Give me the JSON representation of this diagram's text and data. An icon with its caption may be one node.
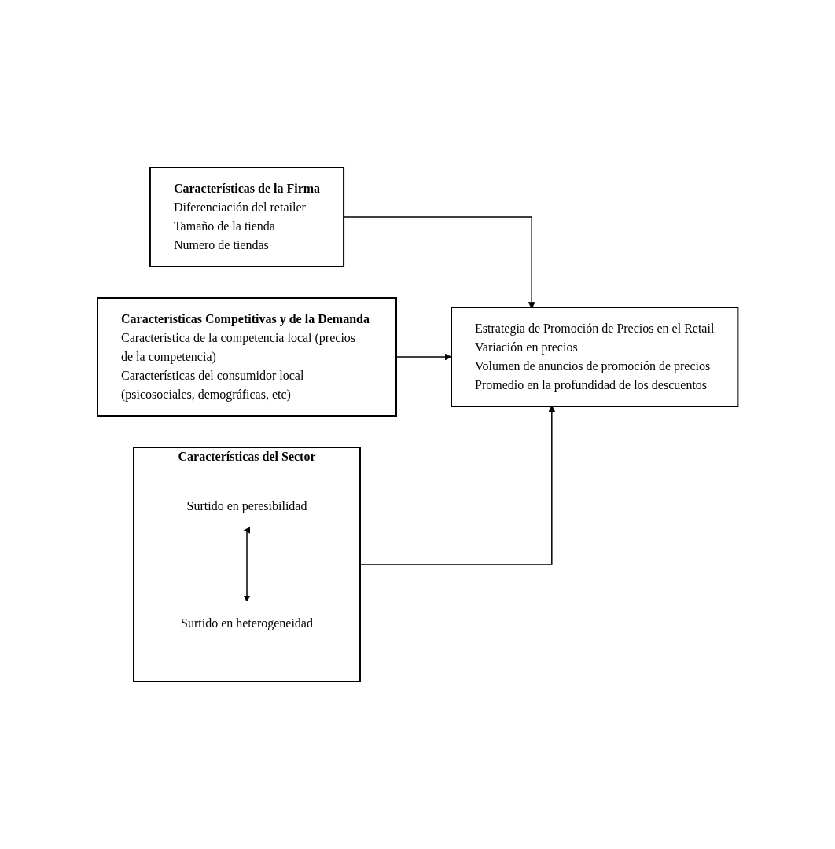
{
  "diagram": {
    "nodes": [
      {
        "text": [
          "Características del Sector"
        ]
      },
      {
        "text": [
          "Surtido en peresibilidad"
        ],
        "in": 0
      },
      {
        "text": [
          "Surtido en heterogeneidad"
        ],
        "in": 0
      },
      {
        "text": [
          "Características de la Firma",
          "Diferenciación del retailer",
          "Tamaño de la tienda",
          "Numero de tiendas"
        ]
      },
      {
        "text": [
          "Características Competitivas y de la Demanda",
          "Característica de la competencia local (precios de la competencia)",
          "Características del consumidor local (psicosociales, demográficas, etc)"
        ]
      },
      {
        "text": [
          "Estrategia de Promoción de Precios en el Retail",
          "Variación en precios",
          "Volumen de anuncios de promoción de precios",
          "Promedio en la profundidad de los descuentos"
        ]
      }
    ],
    "edges": [
      {
        "from": 1,
        "to": 2,
        "arrow": "both"
      },
      {
        "from": 0,
        "to": 5,
        "arrow": "to"
      },
      {
        "from": 3,
        "to": 5,
        "arrow": "to"
      },
      {
        "from": 4,
        "to": 5,
        "arrow": "to"
      }
    ]
  }
}
